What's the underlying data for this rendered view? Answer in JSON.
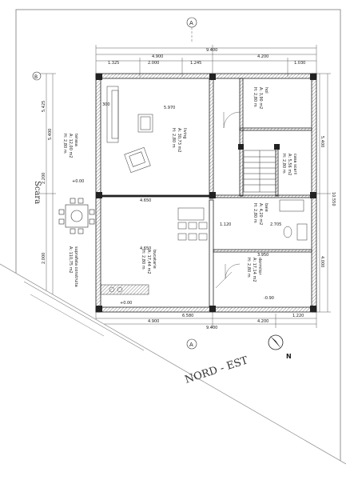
{
  "dimensions": {
    "top_total": "9.400",
    "top_sub_left": "4.900",
    "top_sub_right": "4.200",
    "top_details": [
      "1.325",
      "2.000",
      "1.245",
      "1.030"
    ],
    "bottom_total": "9.400",
    "bottom_left": "4.900",
    "bottom_right": "4.200",
    "bottom_details": [
      "6.580",
      "1.220"
    ],
    "interior_living_width": "5.970",
    "interior_mid_left": "4.650",
    "interior_mid_left_2": "4.650",
    "interior_center": "1.120",
    "interior_right_a": "2.705",
    "interior_right_b": "3.950",
    "right_vertical": "10.550",
    "right_sub_top": "5.400",
    "right_sub_bottom": "4.000",
    "left_verticals": [
      "5.425",
      "2.200",
      "5.400",
      "2.000"
    ],
    "wall_thickness": "300"
  },
  "rooms": [
    {
      "name": "living",
      "area": "A: 30,73 m2",
      "height": "H: 2,80 m"
    },
    {
      "name": "bucatarie",
      "area": "A: 17,44 m2",
      "height": "H: 2,80 m"
    },
    {
      "name": "dormitor",
      "area": "A: 17,14 m2",
      "height": "H: 2,80 m"
    },
    {
      "name": "terasa",
      "area": "A: 12,00 m2",
      "height": "H: 2,80 m"
    },
    {
      "name": "casa scarii",
      "area": "A: 5,56 m2",
      "height": "H: 2,80 m"
    },
    {
      "name": "baie",
      "area": "A: 4,20 m2",
      "height": "H: 2,80 m"
    },
    {
      "name": "hol",
      "area": "A: 3,90 m2",
      "height": "H: 2,80 m"
    },
    {
      "name": "suprafata construita",
      "area": "A: 110,75 m2",
      "height": ""
    }
  ],
  "axis_markers": [
    "A",
    "A",
    "B"
  ],
  "level_labels": [
    "+0.00",
    "-0.90",
    "+0.00"
  ],
  "handwritten": {
    "orientation": "NORD - EST",
    "sketch_note": "Scara"
  },
  "north_arrow_label": "N"
}
